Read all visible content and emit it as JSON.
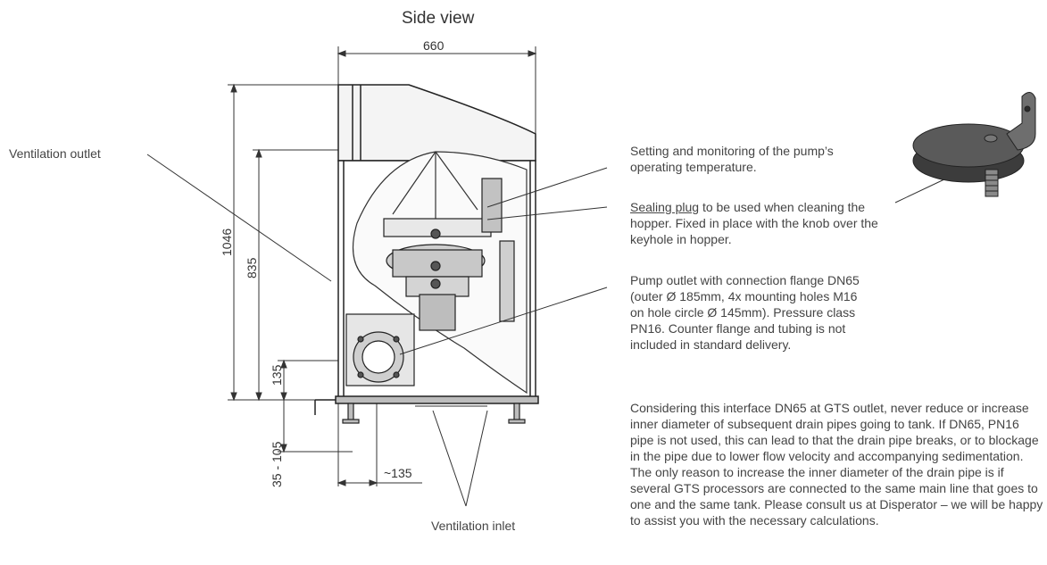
{
  "title": "Side view",
  "dimensions": {
    "width_top": "660",
    "height_total": "1046",
    "height_body": "835",
    "outlet_height": "135",
    "foot_height": "35 - 105",
    "outlet_offset": "~135"
  },
  "labels": {
    "ventilation_outlet": "Ventilation outlet",
    "ventilation_inlet": "Ventilation inlet"
  },
  "notes": {
    "temperature": "Setting and monitoring of the pump’s operating temperature.",
    "sealing_plug_underlined": "Sealing plug",
    "sealing_plug_rest": " to be used when cleaning the hopper. Fixed in place with the knob over the keyhole in hopper.",
    "pump_outlet": "Pump outlet with connection flange DN65 (outer Ø 185mm, 4x mounting holes M16 on hole circle Ø 145mm). Pressure class PN16. Counter flange and tubing is not included in standard delivery.",
    "interface": "Considering this interface DN65 at GTS outlet, never reduce or increase inner diameter of subsequent drain pipes going to tank. If DN65, PN16 pipe is not used, this can lead to that the drain pipe breaks, or to blockage in the pipe due to lower flow velocity and accompanying sedimentation. The only reason to increase the inner diameter of the drain pipe is if several GTS processors are connected to the same main line that goes to one and the same tank. Please consult us at Disperator – we will be happy to assist you with the necessary calculations."
  }
}
